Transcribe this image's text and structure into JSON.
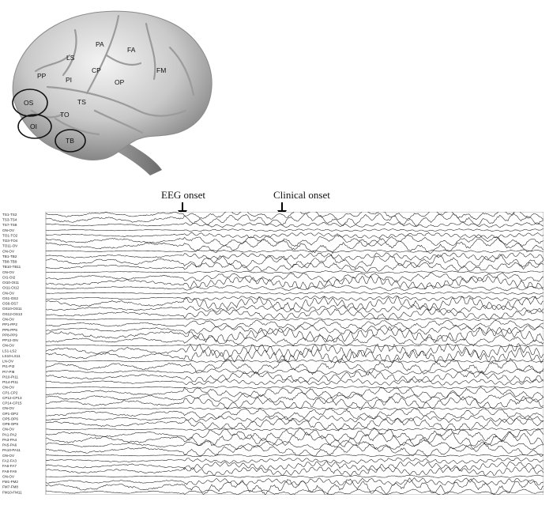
{
  "brain_figure": {
    "regions": [
      "PA",
      "FA",
      "LS",
      "CP",
      "PP",
      "PI",
      "OP",
      "FM",
      "OS",
      "TS",
      "OI",
      "TO",
      "TB"
    ],
    "circled_regions": [
      "OS",
      "OI",
      "TB"
    ]
  },
  "annotations": {
    "eeg_onset": "EEG onset",
    "clinical_onset": "Clinical onset"
  },
  "eeg": {
    "channels": [
      "TS1-TS2",
      "TS3-TS4",
      "TS7-TS8",
      "ON-OV",
      "TO1-TO2",
      "TO3-TO4",
      "TO11-OV",
      "ON-OV",
      "TB1-TB2",
      "TB8-TB9",
      "TB10-TB11",
      "ON-OV",
      "OI1-OI2",
      "OI10-OI11",
      "OI11-OI12",
      "ON-OV",
      "OS1-OS2",
      "OS6-OS7",
      "OS10-OS11",
      "OS12-OS13",
      "ON-OV",
      "PP1-PP2",
      "PP5-PP6",
      "PP8-PP9",
      "PP12-ON",
      "ON-OV",
      "LS1-LS2",
      "LS10-LS11",
      "LN-OV",
      "PI1-PI2",
      "PI7-PI8",
      "PI10-PI11",
      "PI14-PI11",
      "ON-OV",
      "CP1-CP2",
      "CP12-CP13",
      "CP14-CP15",
      "ON-OV",
      "OP1-OP2",
      "OP5-OP6",
      "OP8-OP9",
      "ON-OV",
      "PA1-PA2",
      "PA3-PA4",
      "PA5-PA6",
      "PA10-PA11",
      "ON-OV",
      "FA2-FA3",
      "FA6-FA7",
      "FA8-FA9",
      "ON-OV",
      "FM1-FM2",
      "FM7-FM8",
      "FM10-FM11"
    ]
  }
}
